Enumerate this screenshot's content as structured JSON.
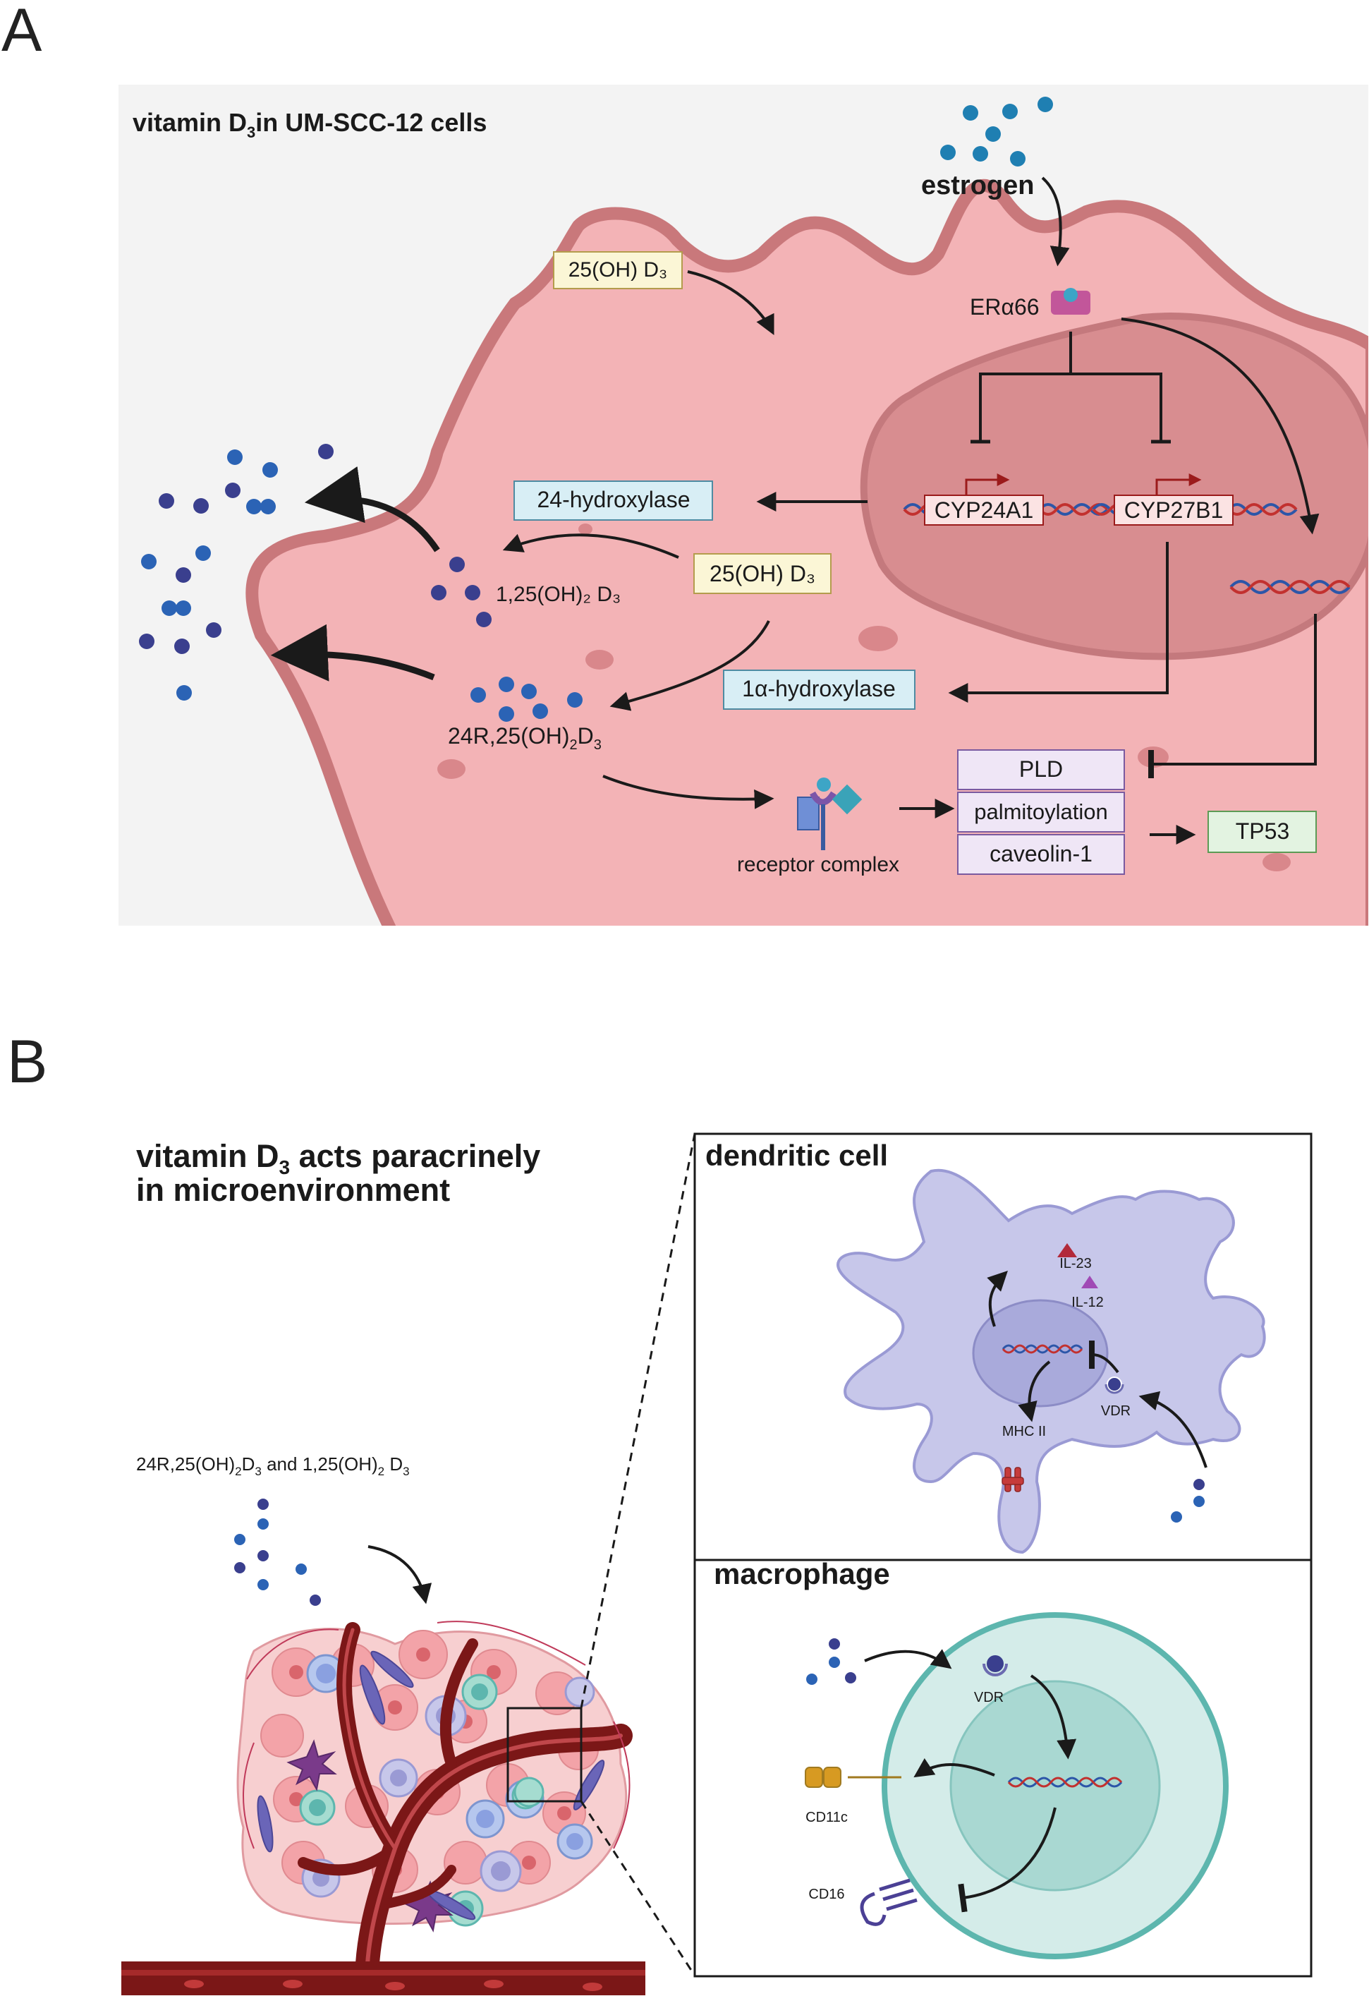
{
  "panel_a": {
    "letter": "A",
    "title_pre": "vitamin D",
    "title_sub": "3",
    "title_post": "in UM-SCC-12 cells",
    "estrogen": "estrogen",
    "er": "ERα66",
    "box_25oh_top": "25(OH) D₃",
    "box_24hydroxylase": "24-hydroxylase",
    "gene_cyp24a1": "CYP24A1",
    "gene_cyp27b1": "CYP27B1",
    "box_25oh_mid": "25(OH) D₃",
    "label_125": "1,25(OH)₂ D₃",
    "box_1a_hydroxylase": "1α-hydroxylase",
    "label_24r_pre": "24R,25(OH)",
    "label_24r_sub1": "2",
    "label_24r_mid": "D",
    "label_24r_sub2": "3",
    "receptor_complex": "receptor complex",
    "box_pld": "PLD",
    "box_palmitoylation": "palmitoylation",
    "box_caveolin": "caveolin-1",
    "box_tp53": "TP53"
  },
  "panel_b": {
    "letter": "B",
    "title_line1_pre": "vitamin D",
    "title_line1_sub": "3",
    "title_line1_post": " acts paracrinely",
    "title_line2": "in  microenvironment",
    "metabolites_a": "24R,25(OH)",
    "metabolites_sub1": "2",
    "metabolites_b": "D",
    "metabolites_sub2": "3",
    "metabolites_c": " and 1,25(OH)",
    "metabolites_sub3": "2",
    "metabolites_d": " D",
    "metabolites_sub4": "3",
    "dendritic_title": "dendritic cell",
    "il23": "IL-23",
    "il12": "IL-12",
    "vdr_dc": "VDR",
    "mhc": "MHC II",
    "macrophage_title": "macrophage",
    "vdr_mac": "VDR",
    "cd11c": "CD11c",
    "cd16": "CD16"
  },
  "colors": {
    "cell_fill": "#f3b3b6",
    "cell_border": "#c9787b",
    "nucleus_fill": "#d88d90",
    "enzyme_box": "#d8eef5",
    "metabolite_box": "#fbf6d6",
    "signal_box": "#efe6f6",
    "tp53_box": "#e3f3e1",
    "dc_fill": "#c7c7ea",
    "macrophage_fill": "#d4ece9",
    "macrophage_border": "#5db6ae",
    "vessel": "#7b1717"
  }
}
